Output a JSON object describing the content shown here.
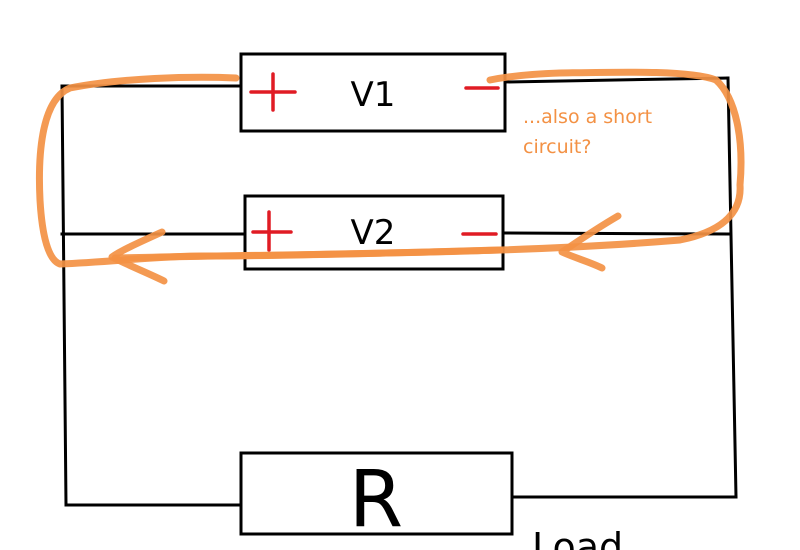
{
  "diagram": {
    "source_1": {
      "label": "V1",
      "positive": "+",
      "negative": "−"
    },
    "source_2": {
      "label": "V2",
      "positive": "+",
      "negative": "−"
    },
    "resistor": {
      "label": "R",
      "caption": "Load"
    },
    "annotation": {
      "line1": "...also a short",
      "line2": "circuit?"
    }
  },
  "colors": {
    "wire": "#000000",
    "polarity": "#e01b24",
    "annotation": "#f39144"
  }
}
